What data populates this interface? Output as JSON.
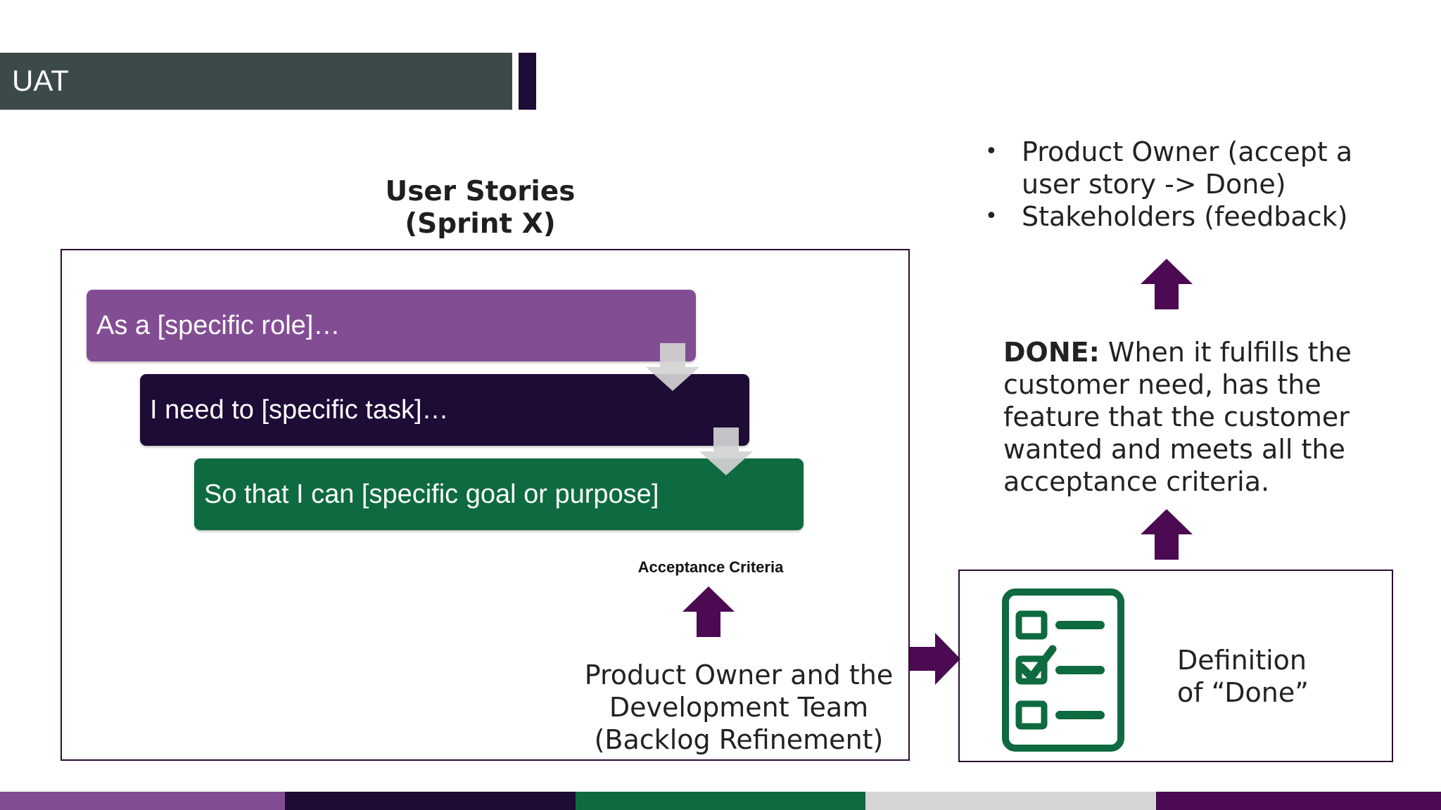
{
  "slide": {
    "title": "UAT"
  },
  "user_stories": {
    "heading_line1": "User Stories",
    "heading_line2": "(Sprint X)",
    "bars": [
      {
        "label": "As a [specific role]…",
        "color": "#834d94"
      },
      {
        "label": "I need to [specific task]…",
        "color": "#1e0b36"
      },
      {
        "label": "So that I can [specific goal or purpose]",
        "color": "#0e6a3f"
      }
    ],
    "acceptance_criteria_label": "Acceptance Criteria"
  },
  "product_owner": {
    "line1": "Product Owner and the",
    "line2": "Development Team",
    "line3": "(Backlog Refinement)"
  },
  "definition_of_done": {
    "line1": "Definition",
    "line2": "of “Done”"
  },
  "done": {
    "label": "DONE:",
    "text": " When it fulfills the customer need, has the feature that the customer wanted and meets all the acceptance criteria."
  },
  "bullets": {
    "items": [
      "Product Owner (accept a user story -> Done)",
      "Stakeholders (feedback)"
    ]
  },
  "colors": {
    "purple": "#834d94",
    "dark_purple": "#1e0b36",
    "arrow_purple": "#4b0a52",
    "green": "#0e6a3f",
    "slate": "#3b4949",
    "light_gray": "#d6d6d6"
  },
  "icons": {
    "checklist": "checklist-icon"
  }
}
